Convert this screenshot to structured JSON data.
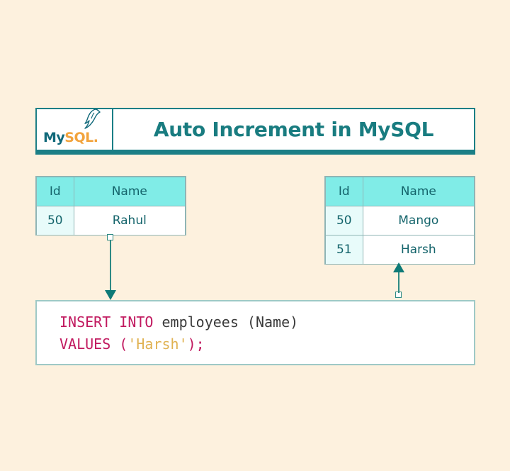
{
  "page": {
    "background_color": "#fdf1de"
  },
  "banner": {
    "title": "Auto Increment in MySQL",
    "logo": {
      "name": "mysql-logo",
      "text_primary": "My",
      "text_secondary": "SQL",
      "text_dot": ".",
      "primary_color": "#11697a",
      "secondary_color": "#f2a33c"
    },
    "border_color": "#1b7f86",
    "title_color": "#197c80"
  },
  "tables": {
    "header_color": "#80ece7",
    "text_color": "#14646b",
    "border_color": "#8fb5b5",
    "before": {
      "name": "employees-table-before",
      "columns": [
        "Id",
        "Name"
      ],
      "rows": [
        {
          "id": "50",
          "name": "Rahul"
        }
      ]
    },
    "after": {
      "name": "employees-table-after",
      "columns": [
        "Id",
        "Name"
      ],
      "rows": [
        {
          "id": "50",
          "name": "Mango"
        },
        {
          "id": "51",
          "name": "Harsh"
        }
      ]
    }
  },
  "code": {
    "name": "sql-insert-statement",
    "lines": [
      {
        "tokens": [
          {
            "text": "INSERT INTO ",
            "type": "keyword"
          },
          {
            "text": "employees ",
            "type": "identifier"
          },
          {
            "text": "(Name)",
            "type": "plain"
          }
        ]
      },
      {
        "tokens": [
          {
            "text": "VALUES ",
            "type": "keyword"
          },
          {
            "text": "(",
            "type": "punctuation"
          },
          {
            "text": "'Harsh'",
            "type": "string"
          },
          {
            "text": ");",
            "type": "punctuation"
          }
        ]
      }
    ],
    "line1_keyword": "INSERT INTO ",
    "line1_identifier": "employees ",
    "line1_columns": "(Name)",
    "line2_keyword": "VALUES ",
    "line2_open": "(",
    "line2_string": "'Harsh'",
    "line2_close": ");",
    "keyword_color": "#c1195f",
    "string_color": "#e0b252",
    "identifier_color": "#3a3a3a"
  },
  "connectors": {
    "color": "#2e8a84",
    "left": {
      "name": "connector-table-to-query",
      "direction": "down"
    },
    "right": {
      "name": "connector-query-to-table",
      "direction": "up"
    }
  }
}
